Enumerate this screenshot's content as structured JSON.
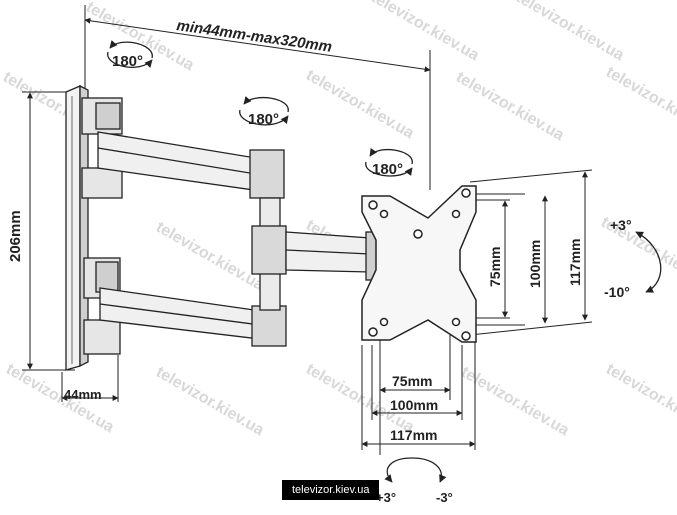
{
  "dimensions": {
    "arm_range": "min44mm-max320mm",
    "height": "206mm",
    "wall_depth": "44mm",
    "hole_v_75": "75mm",
    "hole_v_100": "100mm",
    "plate_height": "117mm",
    "hole_h_75": "75mm",
    "hole_h_100": "100mm",
    "plate_width": "117mm"
  },
  "rotations": {
    "wall_joint": "180°",
    "middle_joint": "180°",
    "head_joint": "180°"
  },
  "tilt": {
    "up": "+3°",
    "down": "-10°"
  },
  "swivel": {
    "left": "+3°",
    "right": "-3°"
  },
  "watermark": "televizor.kiev.ua",
  "caption": "televizor.kiev.ua"
}
